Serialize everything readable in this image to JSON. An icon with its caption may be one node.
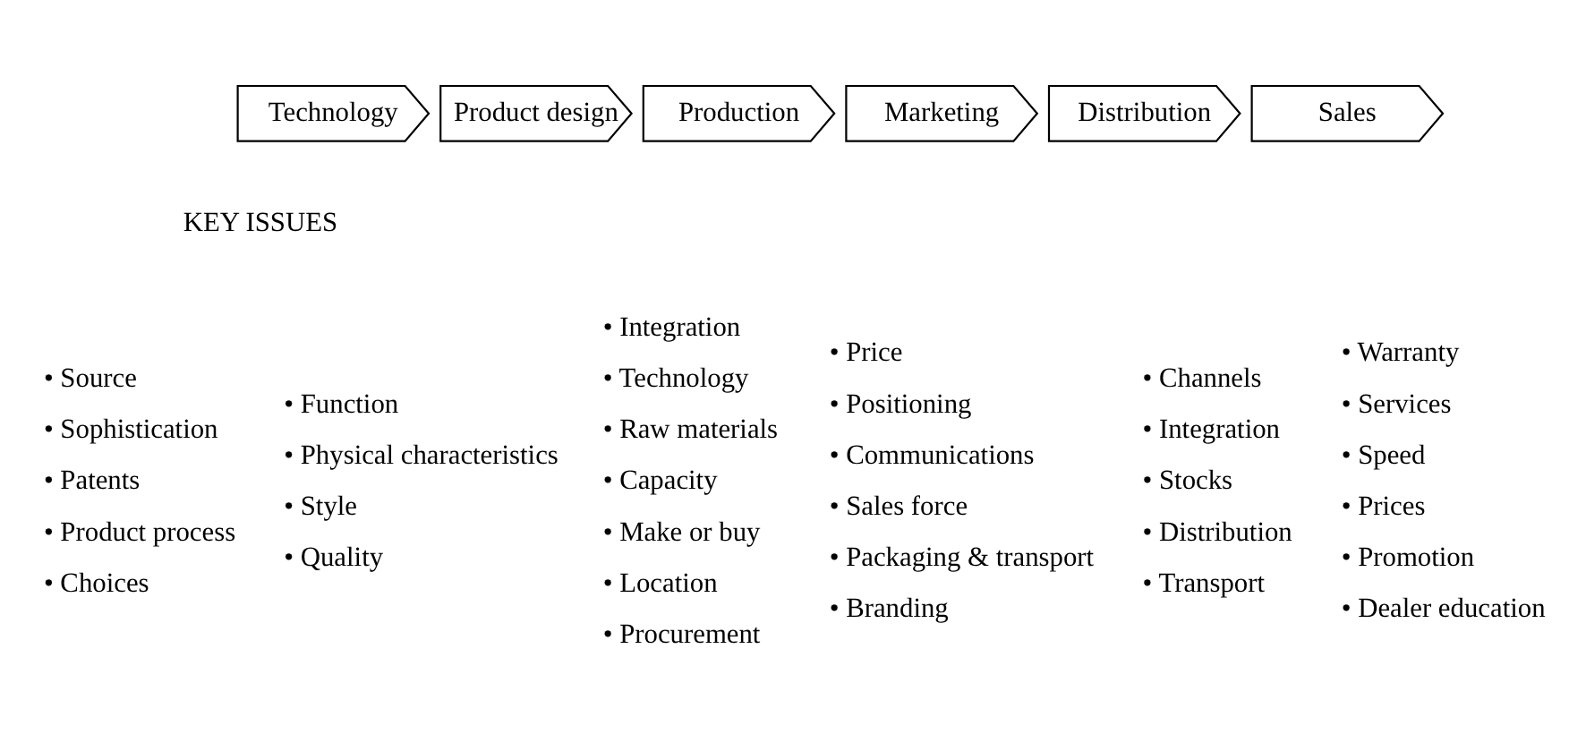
{
  "diagram": {
    "nodes": [
      {
        "text": [
          "Technology"
        ]
      },
      {
        "text": [
          "Product design"
        ]
      },
      {
        "text": [
          "Production"
        ]
      },
      {
        "text": [
          "Marketing"
        ]
      },
      {
        "text": [
          "Distribution"
        ]
      },
      {
        "text": [
          "Sales"
        ]
      }
    ],
    "labels": [
      "KEY ISSUES",
      "• Source",
      "• Sophistication",
      "• Patents",
      "• Product process",
      "• Choices",
      "• Function",
      "• Physical characteristics",
      "• Style",
      "• Quality",
      "• Integration",
      "• Technology",
      "• Raw materials",
      "• Capacity",
      "• Make or buy",
      "• Location",
      "• Procurement",
      "• Price",
      "• Positioning",
      "• Communications",
      "• Sales force",
      "• Packaging & transport",
      "• Branding",
      "• Channels",
      "• Integration",
      "• Stocks",
      "• Distribution",
      "• Transport",
      "• Warranty",
      "• Services",
      "• Speed",
      "• Prices",
      "• Promotion",
      "• Dealer education"
    ]
  }
}
